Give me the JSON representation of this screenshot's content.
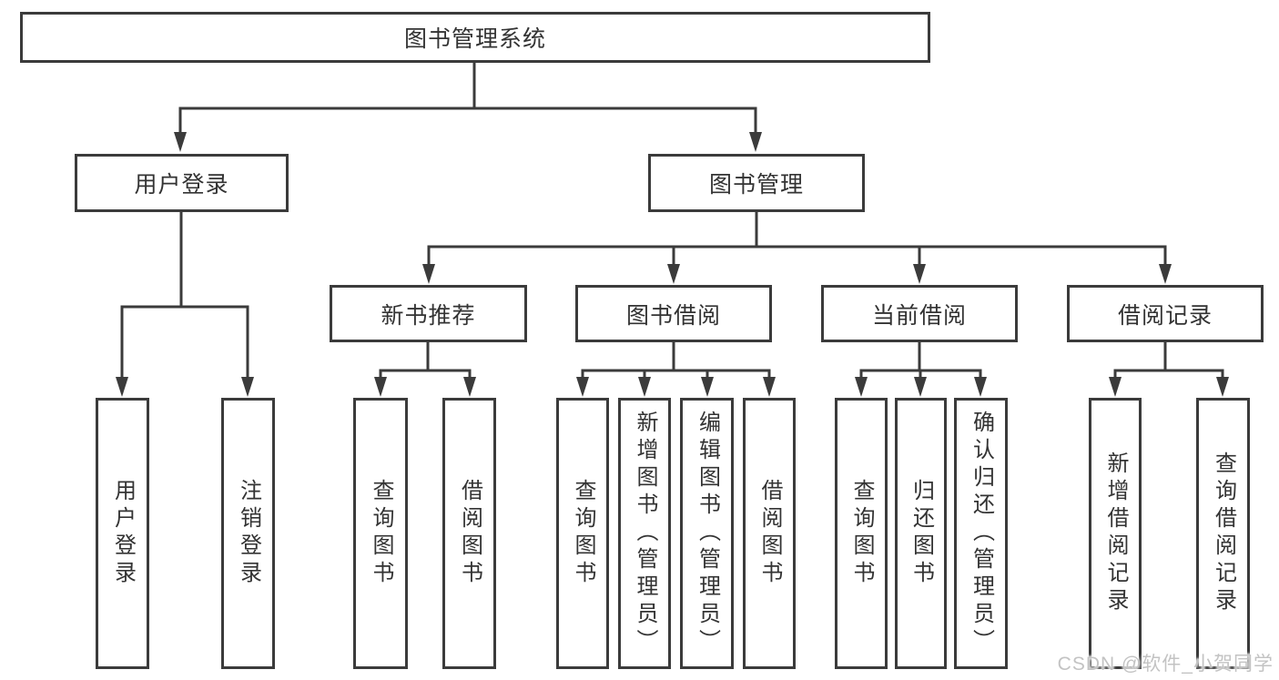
{
  "colors": {
    "line": "#3b3b3b",
    "text": "#333333",
    "background": "#ffffff",
    "watermark": "#c3c3c3"
  },
  "tree": {
    "label": "图书管理系统",
    "children": [
      {
        "label": "用户登录",
        "children": [
          {
            "label": "用户登录"
          },
          {
            "label": "注销登录"
          }
        ]
      },
      {
        "label": "图书管理",
        "children": [
          {
            "label": "新书推荐",
            "children": [
              {
                "label": "查询图书"
              },
              {
                "label": "借阅图书"
              }
            ]
          },
          {
            "label": "图书借阅",
            "children": [
              {
                "label": "查询图书"
              },
              {
                "label": "新增图书（管理员）"
              },
              {
                "label": "编辑图书（管理员）"
              },
              {
                "label": "借阅图书"
              }
            ]
          },
          {
            "label": "当前借阅",
            "children": [
              {
                "label": "查询图书"
              },
              {
                "label": "归还图书"
              },
              {
                "label": "确认归还（管理员）"
              }
            ]
          },
          {
            "label": "借阅记录",
            "children": [
              {
                "label": "新增借阅记录"
              },
              {
                "label": "查询借阅记录"
              }
            ]
          }
        ]
      }
    ]
  },
  "watermark": {
    "text": "CSDN @软件_小贺同学"
  }
}
